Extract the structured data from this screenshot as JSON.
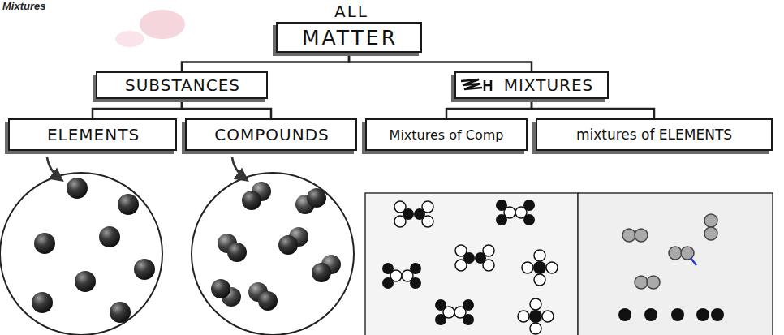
{
  "diagram": {
    "title": "Mixtures",
    "nodes": [
      {
        "text": [
          "MATTER"
        ]
      },
      {
        "text": [
          "SUBSTANCES"
        ]
      },
      {
        "text": [
          "MIXTURES"
        ]
      },
      {
        "text": [
          "ELEMENTS"
        ]
      },
      {
        "text": [
          "COMPOUNDS"
        ]
      },
      {
        "text": [
          "Mixtures of Comp"
        ]
      },
      {
        "text": [
          "mixtures of ELEMENTS"
        ]
      }
    ],
    "edges": [
      {
        "from": 0,
        "to": 1,
        "arrow": "none"
      },
      {
        "from": 0,
        "to": 2,
        "arrow": "none"
      },
      {
        "from": 1,
        "to": 3,
        "arrow": "none"
      },
      {
        "from": 1,
        "to": 4,
        "arrow": "none"
      },
      {
        "from": 2,
        "to": 5,
        "arrow": "none"
      },
      {
        "from": 2,
        "to": 6,
        "arrow": "none"
      }
    ],
    "labels": [
      "ALL"
    ]
  }
}
